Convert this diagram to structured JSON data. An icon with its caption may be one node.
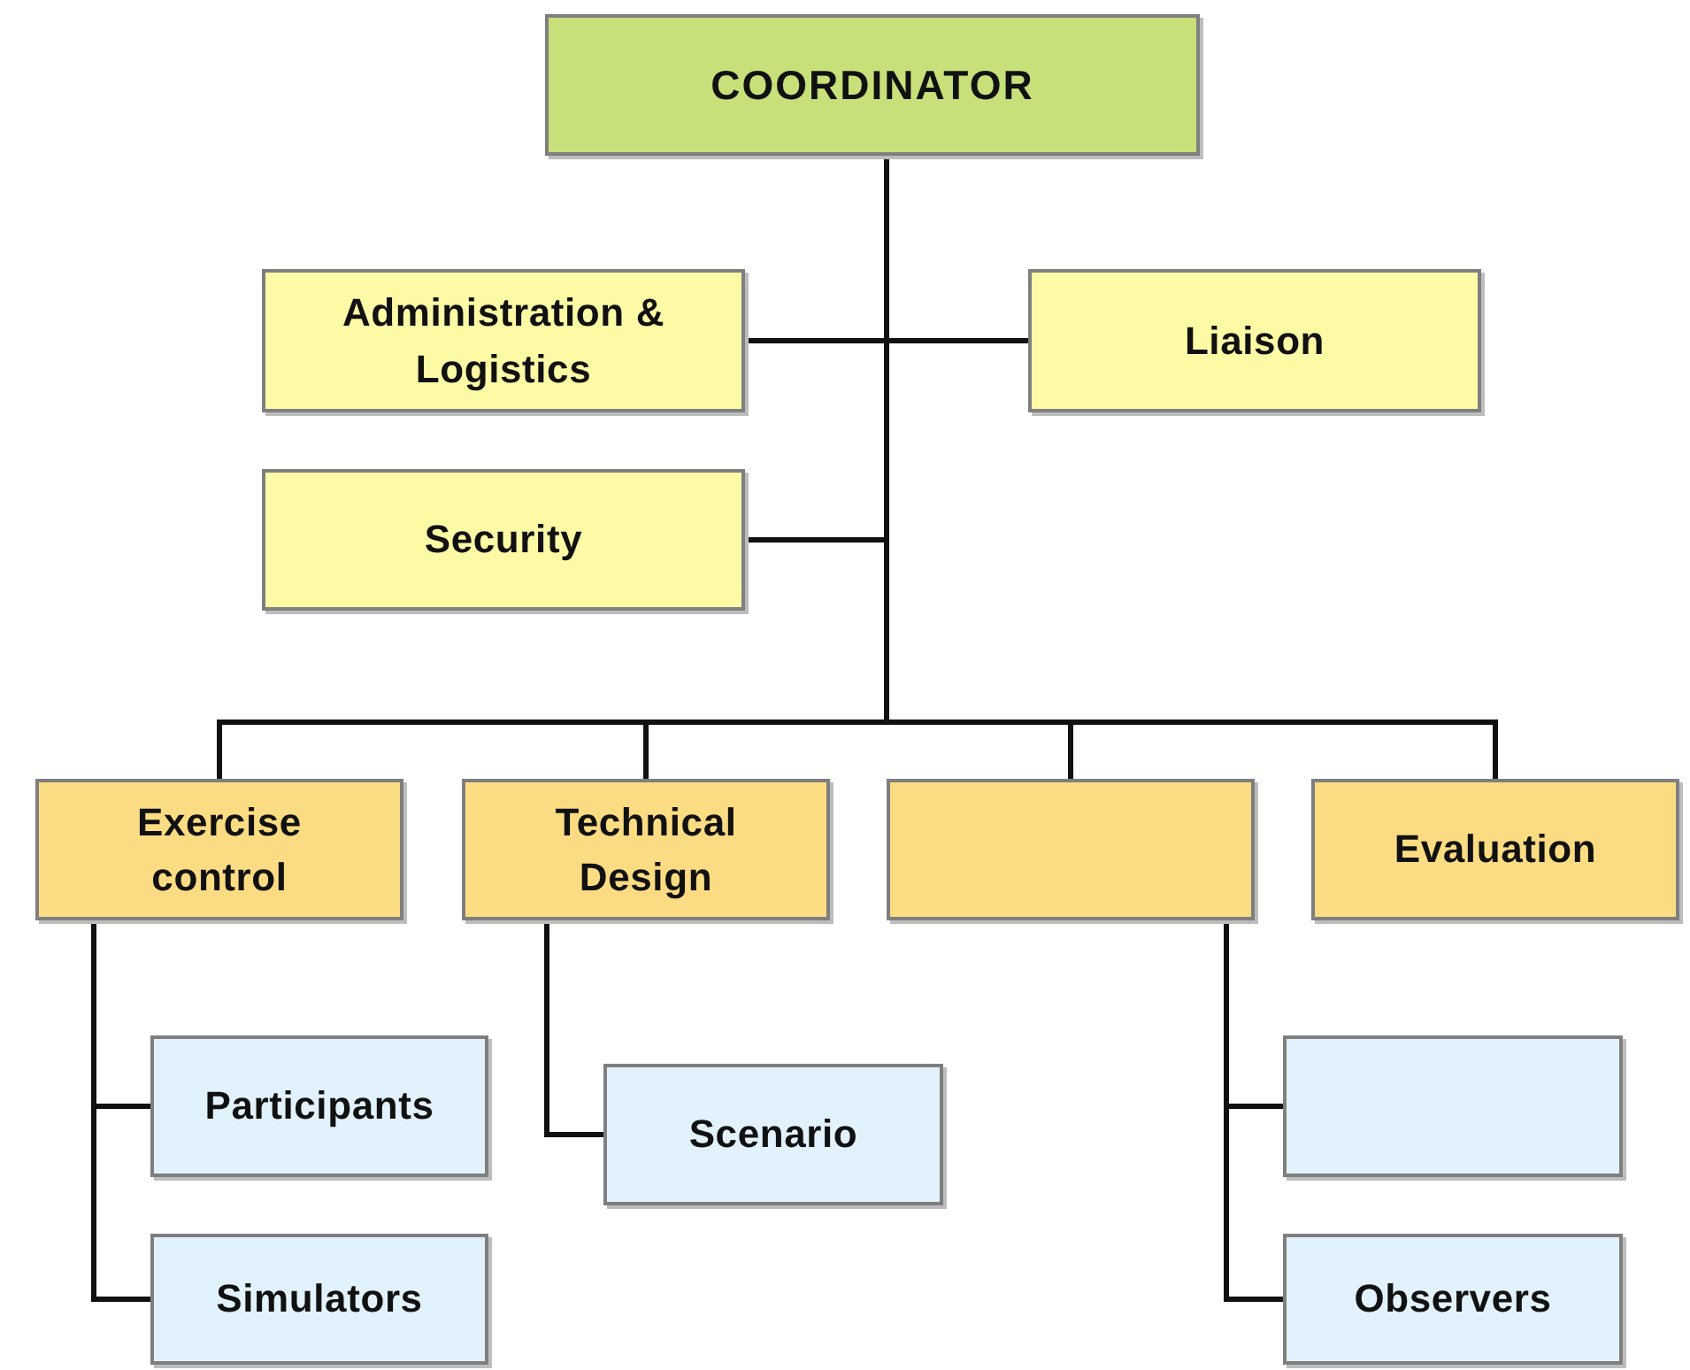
{
  "diagram": {
    "nodes": [
      {
        "text": [
          "COORDINATOR"
        ]
      },
      {
        "text": [
          "Administration & Logistics"
        ]
      },
      {
        "text": [
          "Liaison"
        ]
      },
      {
        "text": [
          "Security"
        ]
      },
      {
        "text": [
          "Exercise control"
        ]
      },
      {
        "text": [
          "Technical Design"
        ]
      },
      {
        "text": [],
        "shape": "box"
      },
      {
        "text": [
          "Evaluation"
        ]
      },
      {
        "text": [
          "Participants"
        ]
      },
      {
        "text": [
          "Simulators"
        ]
      },
      {
        "text": [
          "Scenario"
        ]
      },
      {
        "text": [],
        "shape": "box"
      },
      {
        "text": [
          "Observers"
        ]
      }
    ],
    "edges": [
      {
        "from": 0,
        "to": 1,
        "arrow": "none"
      },
      {
        "from": 0,
        "to": 2,
        "arrow": "none"
      },
      {
        "from": 0,
        "to": 3,
        "arrow": "none"
      },
      {
        "from": 0,
        "to": 4,
        "arrow": "none"
      },
      {
        "from": 0,
        "to": 5,
        "arrow": "none"
      },
      {
        "from": 0,
        "to": 6,
        "arrow": "none"
      },
      {
        "from": 0,
        "to": 7,
        "arrow": "none"
      },
      {
        "from": 4,
        "to": 8,
        "arrow": "none"
      },
      {
        "from": 4,
        "to": 9,
        "arrow": "none"
      },
      {
        "from": 5,
        "to": 10,
        "arrow": "none"
      },
      {
        "from": 6,
        "to": 11,
        "arrow": "none"
      },
      {
        "from": 6,
        "to": 12,
        "arrow": "none"
      }
    ]
  }
}
